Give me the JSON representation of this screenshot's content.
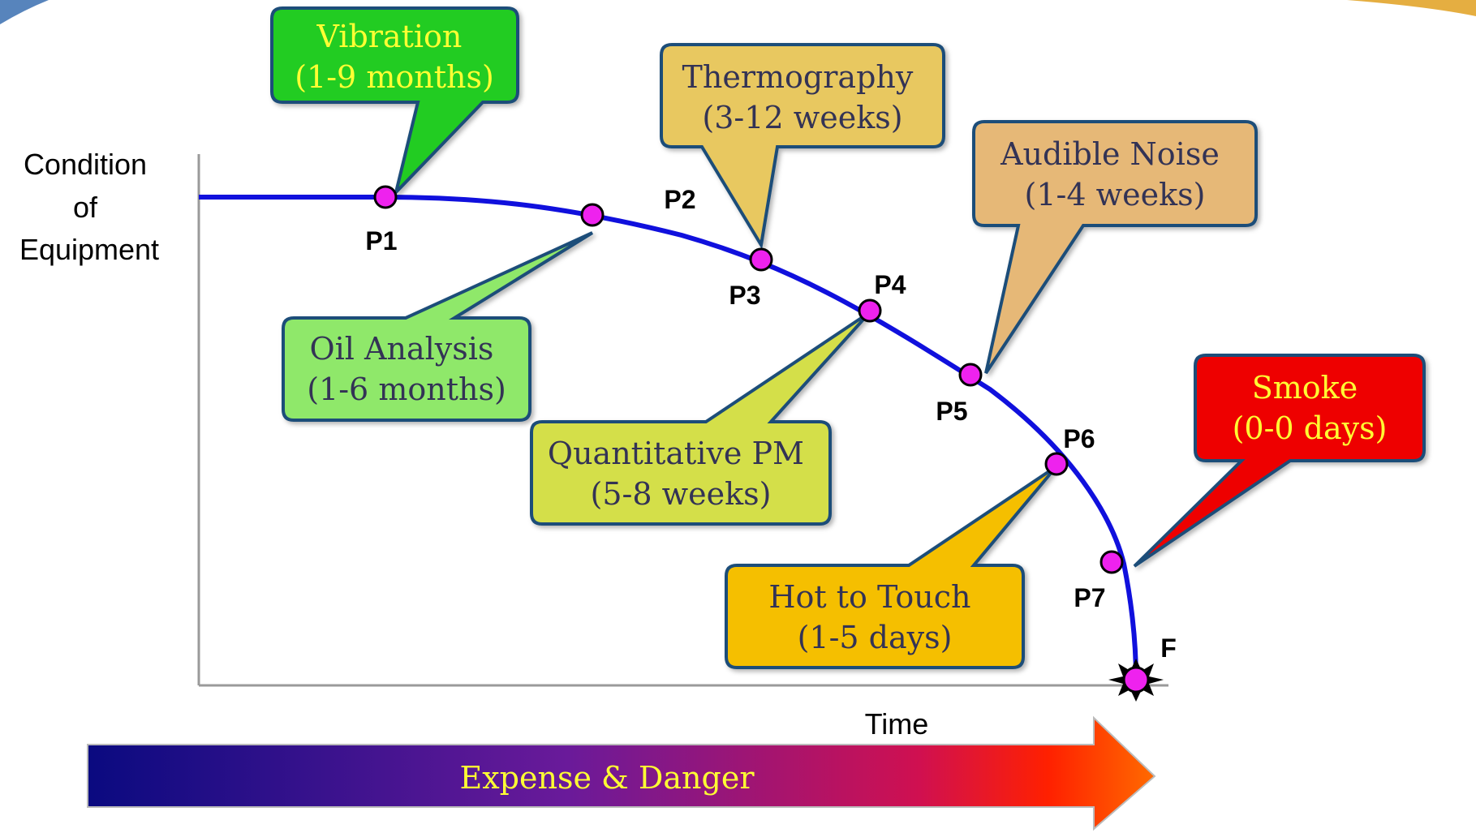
{
  "y_axis_label_lines": [
    "Condition",
    "of",
    "Equipment"
  ],
  "x_axis_label": "Time",
  "arrow_label": "Expense & Danger",
  "points": [
    {
      "label": "P1"
    },
    {
      "label": "P2"
    },
    {
      "label": "P3"
    },
    {
      "label": "P4"
    },
    {
      "label": "P5"
    },
    {
      "label": "P6"
    },
    {
      "label": "P7"
    },
    {
      "label": "F"
    }
  ],
  "callouts": [
    {
      "key": "vibration",
      "line1": "Vibration",
      "line2": "(1-9 months)",
      "fill": "#22cc22",
      "text_color": "#ffff33"
    },
    {
      "key": "thermography",
      "line1": "Thermography",
      "line2": "(3-12 weeks)",
      "fill": "#e8c860",
      "text_color": "#333355"
    },
    {
      "key": "audible-noise",
      "line1": "Audible Noise",
      "line2": "(1-4 weeks)",
      "fill": "#e6b877",
      "text_color": "#333355"
    },
    {
      "key": "oil-analysis",
      "line1": "Oil Analysis",
      "line2": "(1-6 months)",
      "fill": "#8fe86a",
      "text_color": "#333355"
    },
    {
      "key": "quantitative-pm",
      "line1": "Quantitative PM",
      "line2": "(5-8 weeks)",
      "fill": "#d4df4a",
      "text_color": "#333355"
    },
    {
      "key": "hot-to-touch",
      "line1": "Hot to Touch",
      "line2": "(1-5 days)",
      "fill": "#f5bf00",
      "text_color": "#333355"
    },
    {
      "key": "smoke",
      "line1": "Smoke",
      "line2": "(0-0 days)",
      "fill": "#ee0000",
      "text_color": "#ffff33"
    }
  ],
  "colors": {
    "curve": "#1010dd",
    "point_fill": "#ee22ee",
    "callout_border": "#1f4e79",
    "arrow_label": "#ffff33",
    "arrow_gradient": [
      "#0a0a80",
      "#6a1a9a",
      "#d01050",
      "#ff2000",
      "#ff6a00"
    ],
    "header_band": "#e0a020"
  }
}
